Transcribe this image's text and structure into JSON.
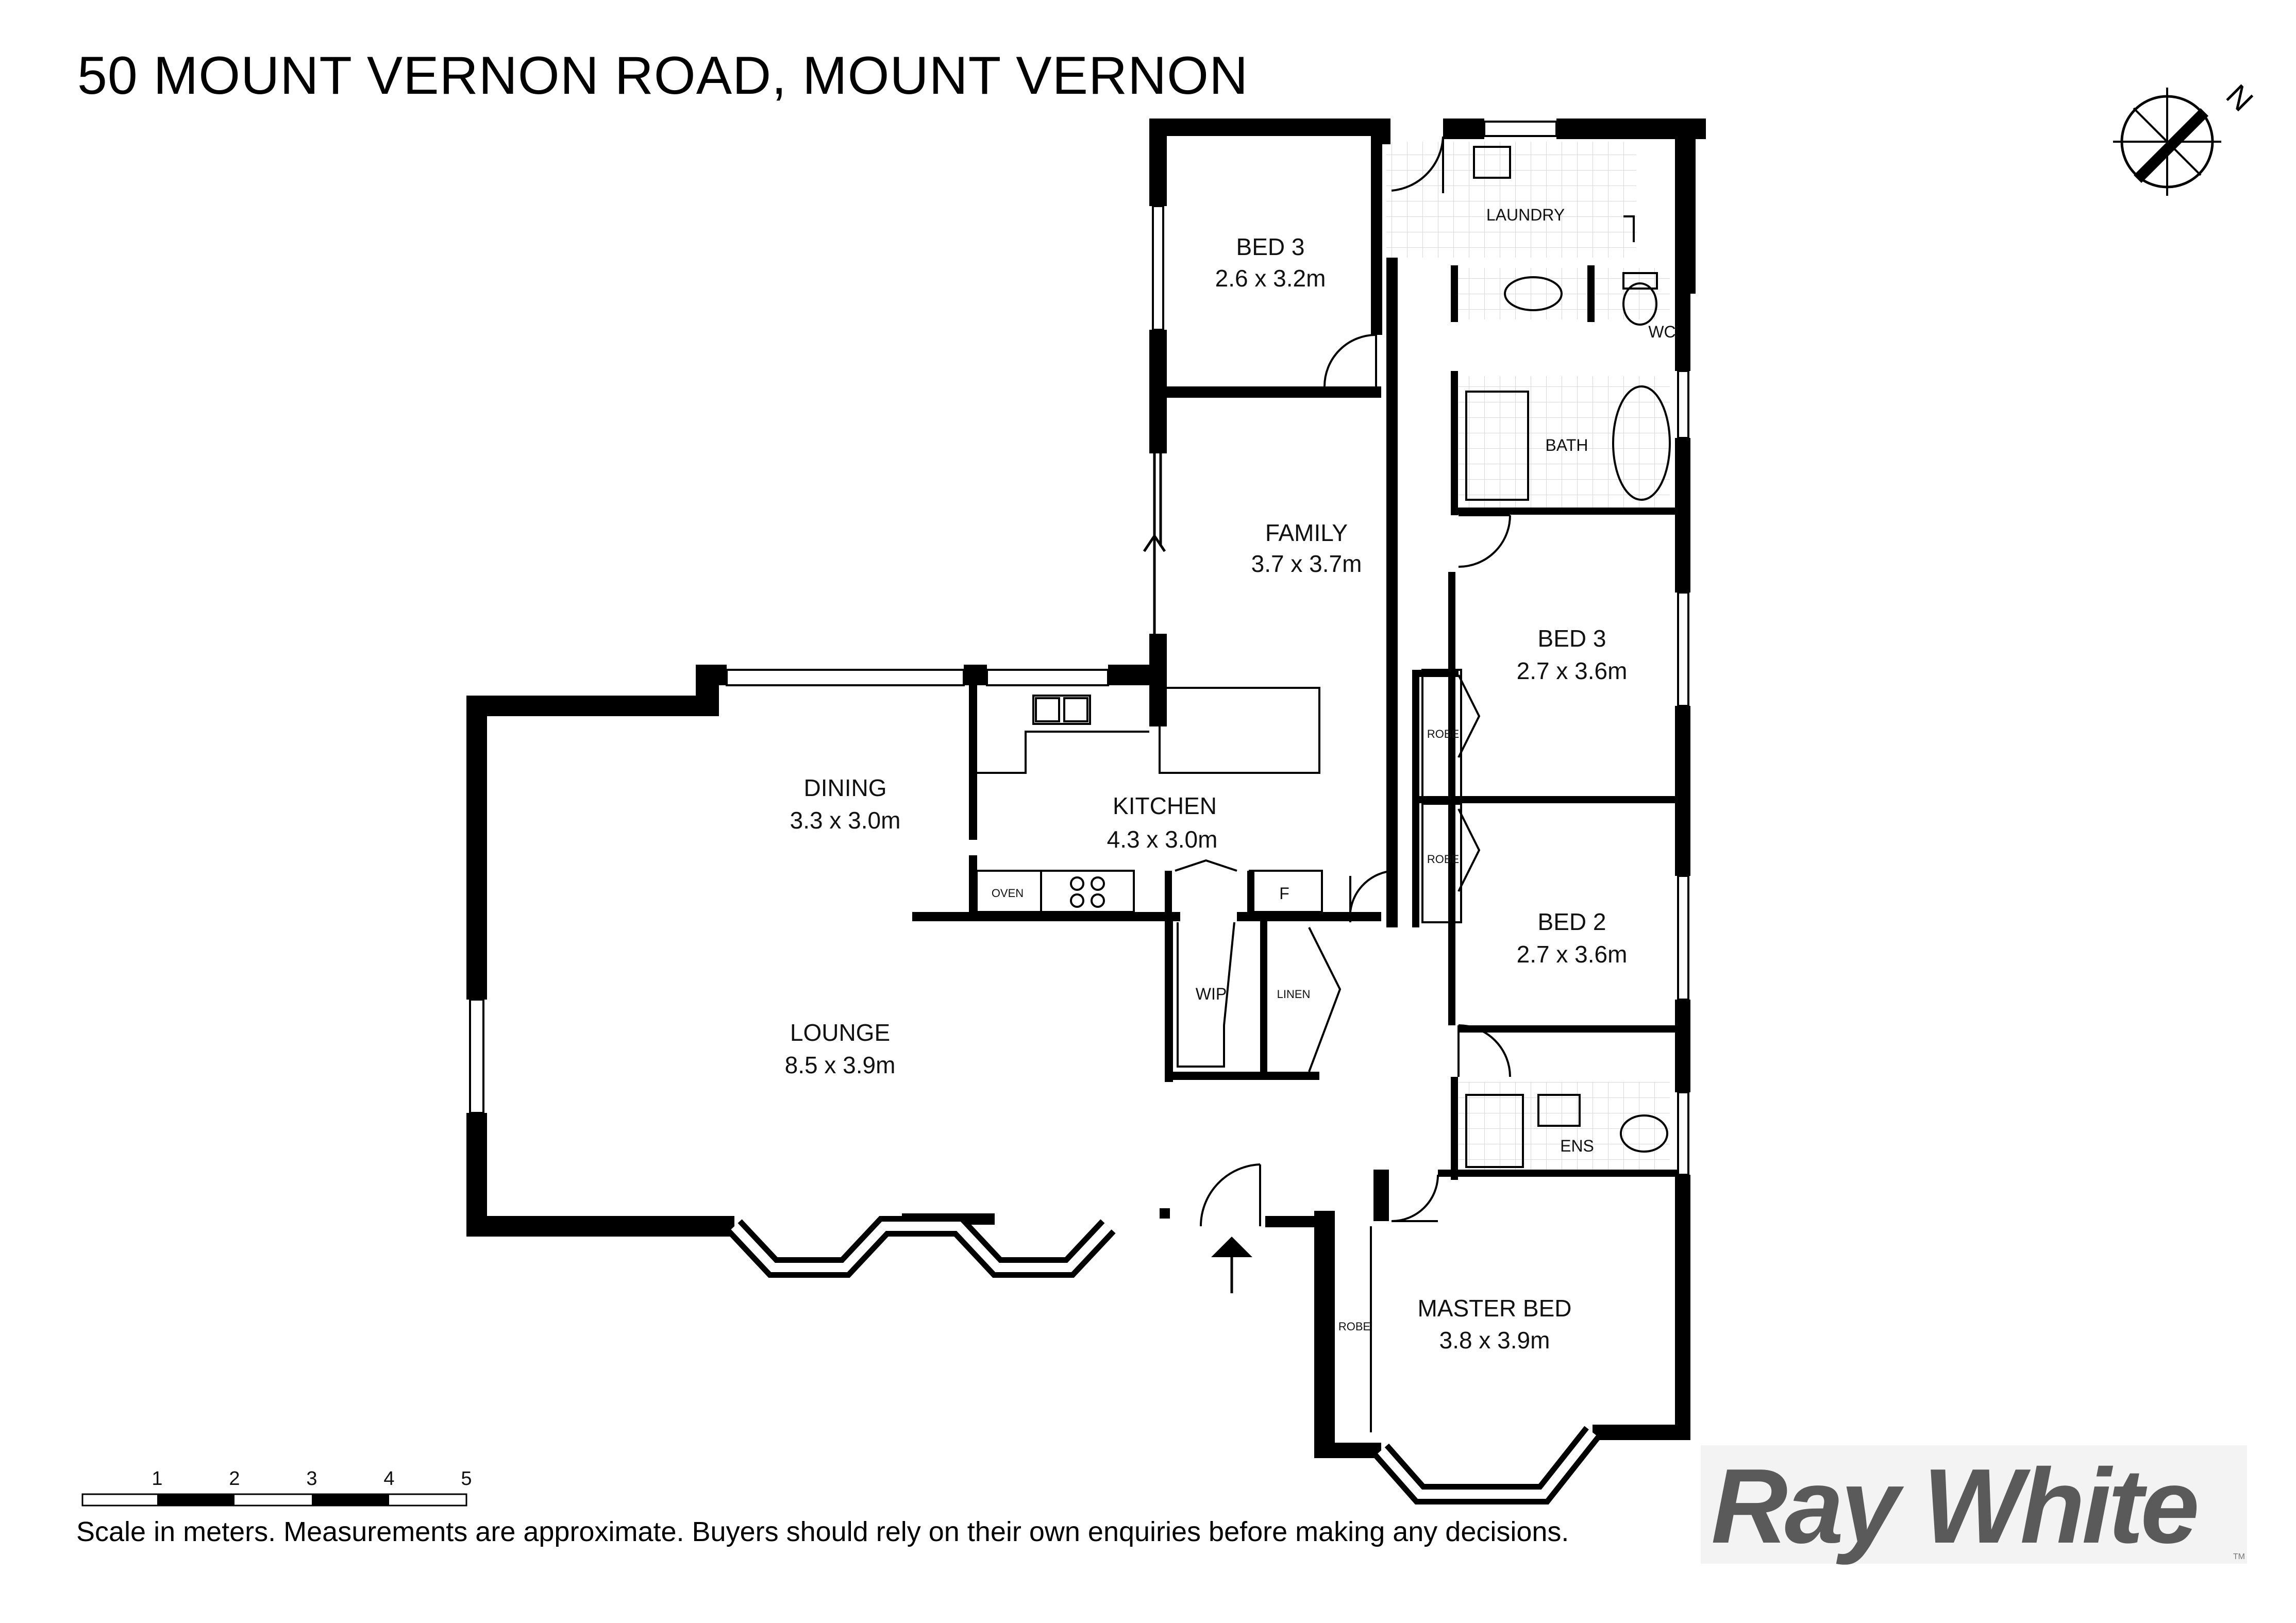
{
  "title": "50 MOUNT VERNON ROAD, MOUNT VERNON",
  "compass": {
    "label": "N"
  },
  "rooms": [
    {
      "key": "bed3_top",
      "name": "BED 3",
      "dims": "2.6 x 3.2m"
    },
    {
      "key": "laundry",
      "name": "LAUNDRY",
      "dims": ""
    },
    {
      "key": "wc",
      "name": "WC",
      "dims": ""
    },
    {
      "key": "bath",
      "name": "BATH",
      "dims": ""
    },
    {
      "key": "family",
      "name": "FAMILY",
      "dims": "3.7 x 3.7m"
    },
    {
      "key": "bed3_mid",
      "name": "BED 3",
      "dims": "2.7 x 3.6m"
    },
    {
      "key": "dining",
      "name": "DINING",
      "dims": "3.3 x 3.0m"
    },
    {
      "key": "kitchen",
      "name": "KITCHEN",
      "dims": "4.3 x 3.0m"
    },
    {
      "key": "bed2",
      "name": "BED 2",
      "dims": "2.7 x 3.6m"
    },
    {
      "key": "lounge",
      "name": "LOUNGE",
      "dims": "8.5 x 3.9m"
    },
    {
      "key": "master",
      "name": "MASTER BED",
      "dims": "3.8 x 3.9m"
    }
  ],
  "labels": {
    "oven": "OVEN",
    "fridge": "F",
    "wip": "WIP",
    "linen": "LINEN",
    "robe": "ROBE",
    "ens": "ENS"
  },
  "scale": {
    "ticks": [
      "1",
      "2",
      "3",
      "4",
      "5"
    ]
  },
  "disclaimer": "Scale in meters. Measurements are approximate. Buyers should rely on their own enquiries before making any decisions.",
  "logo": {
    "text": "Ray White",
    "tm": "TM",
    "text_color": "#5a5a5a",
    "bg_color": "#f3f3f3"
  },
  "colors": {
    "wall": "#000000",
    "tile": "#d8d8d8"
  }
}
